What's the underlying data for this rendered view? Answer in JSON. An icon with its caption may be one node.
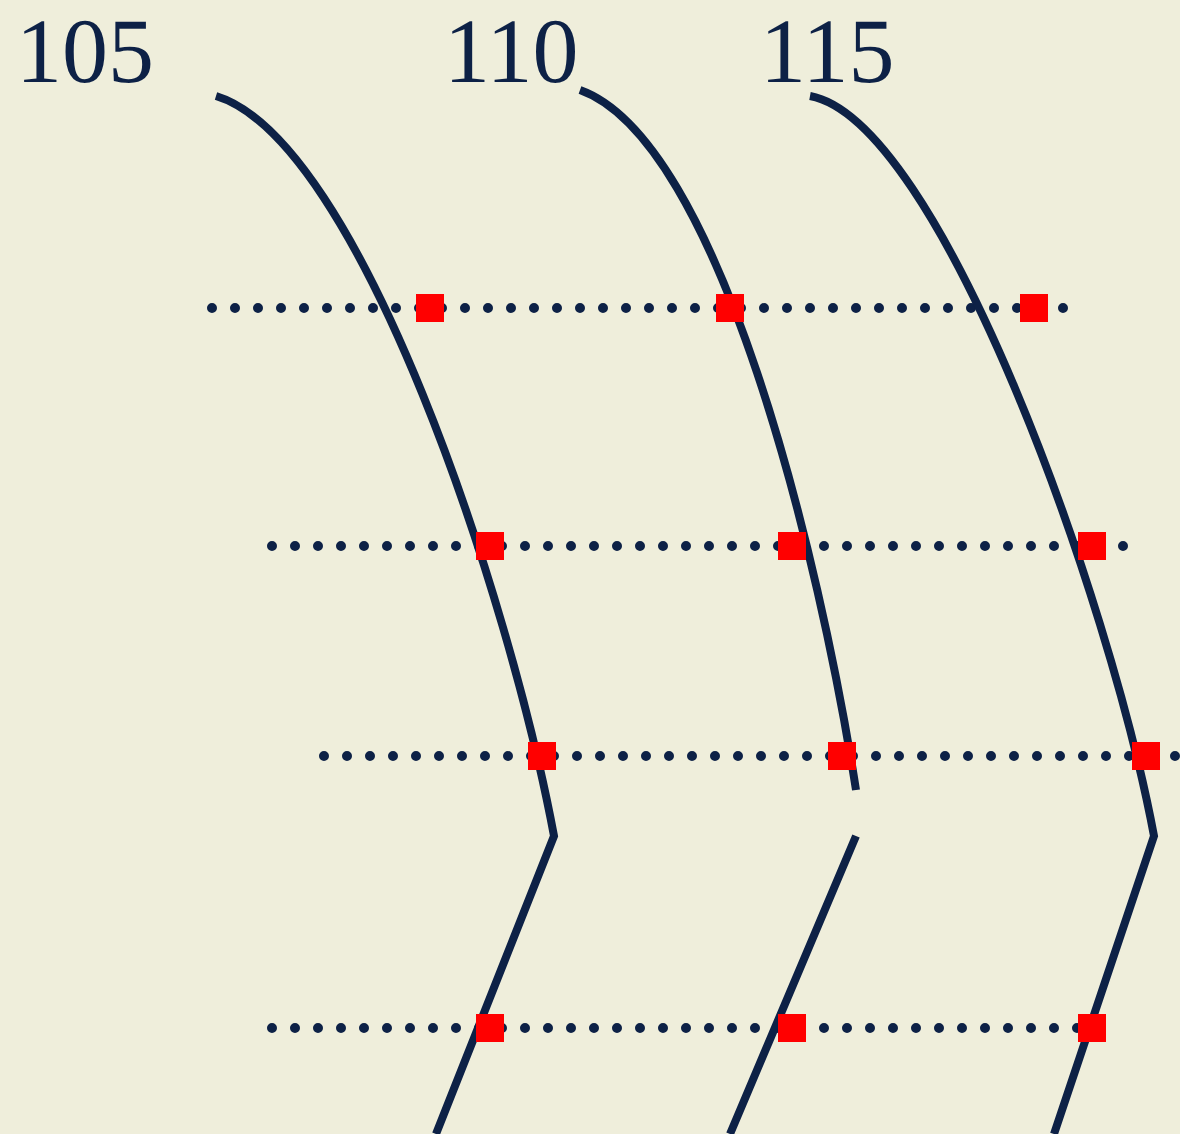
{
  "diagram": {
    "labels": [
      "105",
      "110",
      "115"
    ]
  }
}
